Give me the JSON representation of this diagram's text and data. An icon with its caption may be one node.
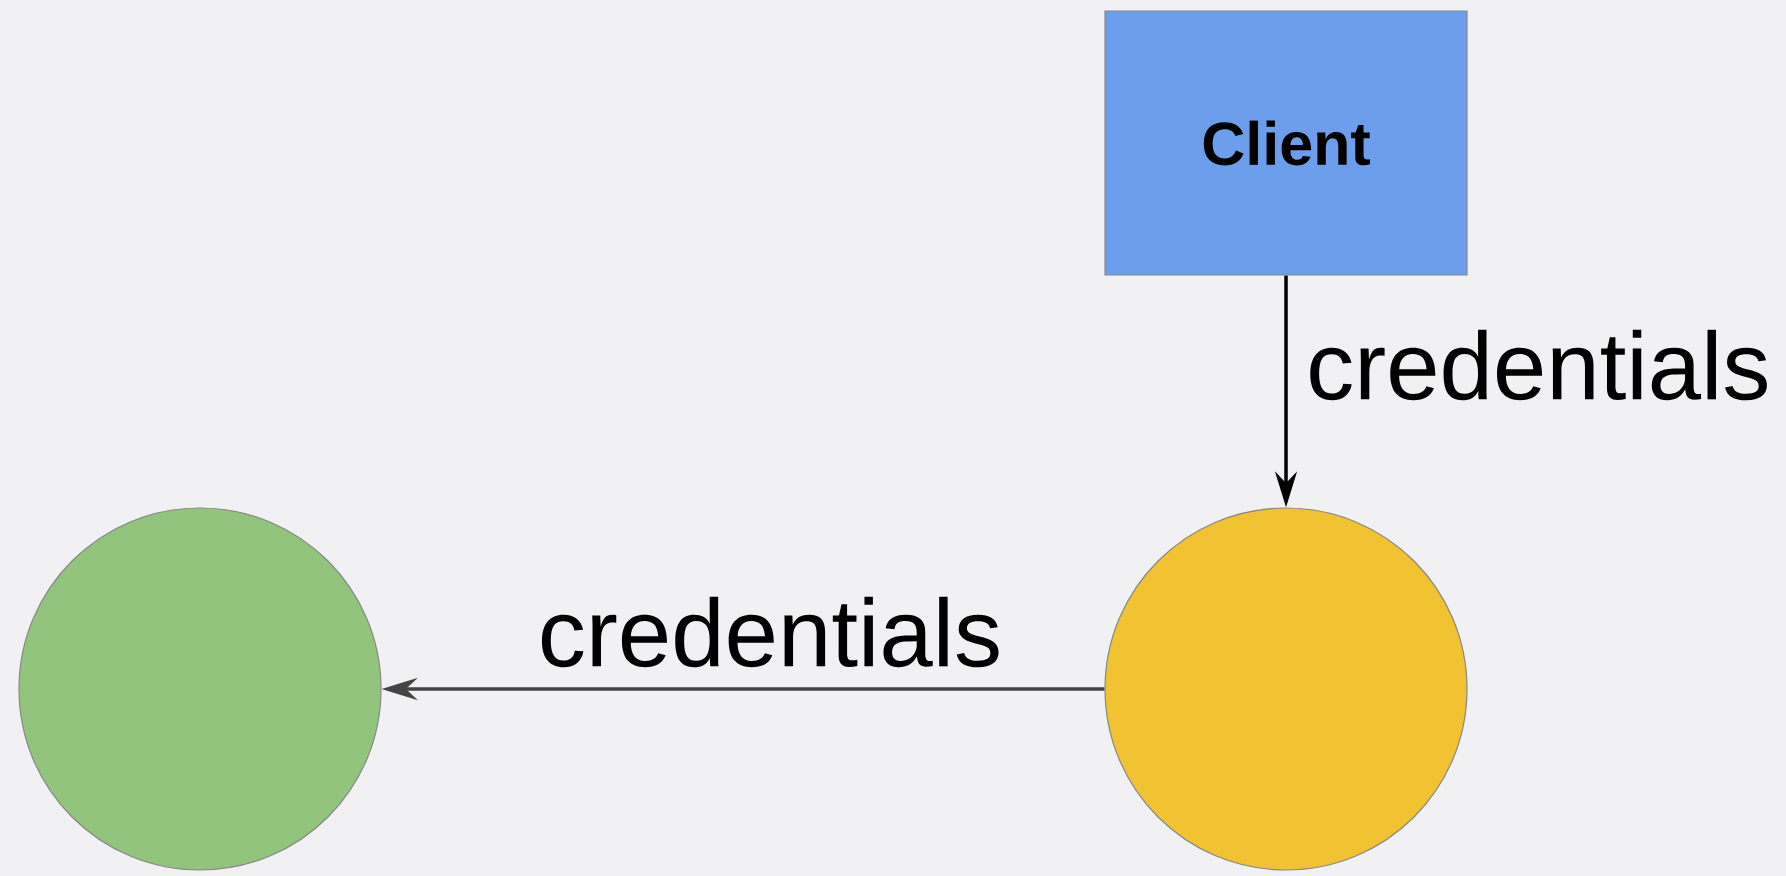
{
  "diagram": {
    "nodes": [
      {
        "text": [
          "Client"
        ]
      },
      {
        "text": [],
        "shape": "circle"
      },
      {
        "text": [],
        "shape": "circle"
      }
    ],
    "edges": [
      {
        "from": 0,
        "to": 2,
        "arrow": "to",
        "label": "credentials"
      },
      {
        "from": 2,
        "to": 1,
        "arrow": "to",
        "label": "credentials",
        "color": "#444444"
      }
    ]
  }
}
